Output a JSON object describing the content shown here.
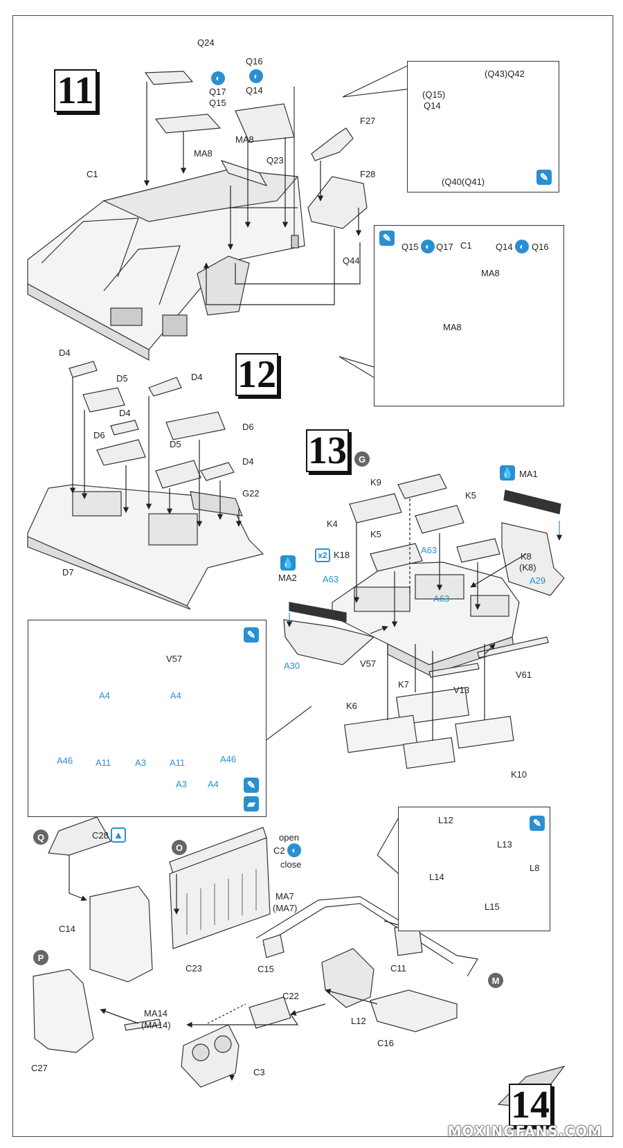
{
  "steps": {
    "s11": "11",
    "s12": "12",
    "s13": "13",
    "s14": "14"
  },
  "step11": {
    "parts": {
      "q24": "Q24",
      "q17": "Q17",
      "q15": "Q15",
      "q16": "Q16",
      "q14": "Q14",
      "ma8a": "MA8",
      "ma8b": "MA8",
      "c1": "C1",
      "q23": "Q23",
      "f27": "F27",
      "f28": "F28",
      "q44": "Q44"
    },
    "detail_top": {
      "q43q42": "(Q43)Q42",
      "q15p": "(Q15)",
      "q14": "Q14",
      "q40q41": "(Q40(Q41)"
    },
    "detail_inner": {
      "q15": "Q15",
      "q17": "Q17",
      "c1": "C1",
      "q14": "Q14",
      "q16": "Q16",
      "ma8a": "MA8",
      "ma8b": "MA8"
    }
  },
  "step12": {
    "parts": {
      "d4a": "D4",
      "d5a": "D5",
      "d4b": "D4",
      "d4c": "D4",
      "d6a": "D6",
      "d6b": "D6",
      "d5b": "D5",
      "d4d": "D4",
      "g22": "G22",
      "d7": "D7"
    }
  },
  "step13": {
    "sprue": "G",
    "parts": {
      "k9": "K9",
      "k5a": "K5",
      "k4": "K4",
      "k5b": "K5",
      "ma1": "MA1",
      "k18": "K18",
      "x2": "x2",
      "ma2": "MA2",
      "a63a": "A63",
      "a63b": "A63",
      "a63c": "A63",
      "k8": "K8",
      "k8p": "(K8)",
      "a29": "A29",
      "a30": "A30",
      "v57": "V57",
      "v61": "V61",
      "v13": "V13",
      "k7": "K7",
      "k6": "K6",
      "k10": "K10"
    },
    "detail": {
      "v57": "V57",
      "a4a": "A4",
      "a4b": "A4",
      "a46a": "A46",
      "a11a": "A11",
      "a3a": "A3",
      "a11b": "A11",
      "a46b": "A46",
      "a3b": "A3",
      "a4c": "A4"
    }
  },
  "step14": {
    "options": {
      "q": "Q",
      "o": "O",
      "p": "P",
      "m": "M"
    },
    "parts": {
      "c28": "C28",
      "c2": "C2",
      "open": "open",
      "close": "close",
      "ma7": "MA7",
      "ma7p": "(MA7)",
      "c14": "C14",
      "c23": "C23",
      "c15": "C15",
      "c11": "C11",
      "c22": "C22",
      "l12a": "L12",
      "ma14": "MA14",
      "ma14p": "(MA14)",
      "c16": "C16",
      "c27": "C27",
      "c3": "C3"
    },
    "detail": {
      "l12": "L12",
      "l13": "L13",
      "l14": "L14",
      "l8": "L8",
      "l15": "L15"
    }
  },
  "watermark": "MOXINGFANS.COM",
  "colors": {
    "accent": "#2a8fd0",
    "line": "#333333",
    "shade": "#d8d8d8"
  }
}
